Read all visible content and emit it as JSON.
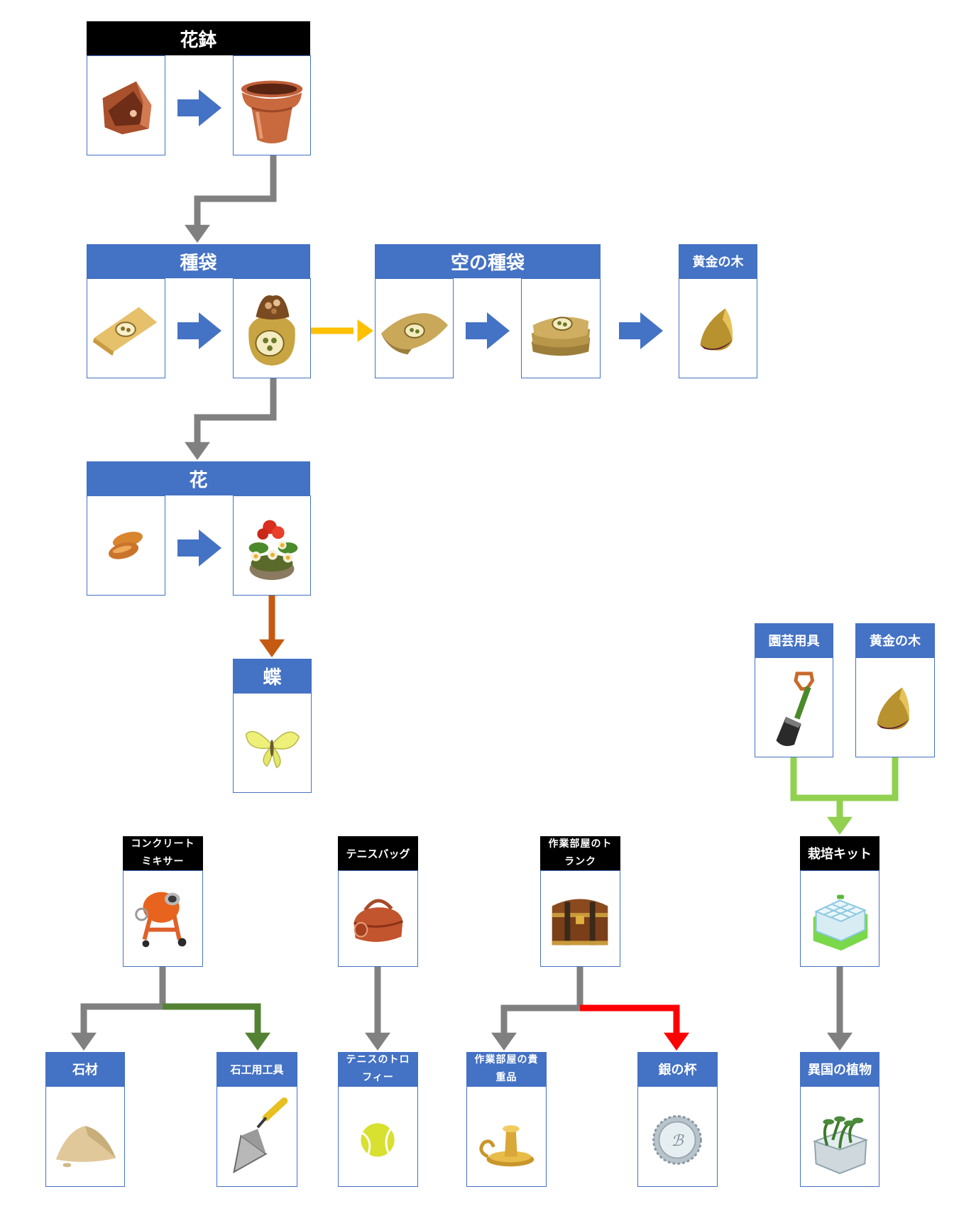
{
  "colors": {
    "header_blue": "#4472c4",
    "header_black": "#000000",
    "arrow_blue": "#4472c4",
    "arrow_gray": "#808080",
    "arrow_yellow": "#ffc000",
    "arrow_orange": "#c55a11",
    "arrow_green_light": "#92d050",
    "arrow_green_dark": "#548235",
    "arrow_red": "#ff0000"
  },
  "headers": {
    "flowerpot": "花鉢",
    "seed_bag": "種袋",
    "empty_seed_bag": "空の種袋",
    "golden_tree_top": "黄金の木",
    "flower": "花",
    "butterfly": "蝶",
    "gardening_tools": "園芸用具",
    "golden_tree_right": "黄金の木",
    "cultivation_kit": "栽培キット",
    "exotic_plant": "異国の植物",
    "concrete_mixer": "コンクリートミキサー",
    "tennis_bag": "テニスバッグ",
    "workshop_trunk": "作業部屋のトランク",
    "stone": "石材",
    "mason_tools": "石工用工具",
    "tennis_trophy": "テニスのトロフィー",
    "workshop_valuables": "作業部屋の貴重品",
    "silver_cup": "銀の杯"
  },
  "icons": {
    "pot_shard": "broken-pot-shard-icon",
    "clay_pot": "clay-flowerpot-icon",
    "seed_packet": "seed-packet-icon",
    "seed_sack": "seed-sack-icon",
    "empty_sack": "empty-sack-icon",
    "stacked_sacks": "stacked-sacks-icon",
    "golden_seed": "golden-seed-icon",
    "bean_seed": "bean-seed-icon",
    "flower_planter": "flower-planter-icon",
    "butterfly": "butterfly-icon",
    "shovel": "shovel-icon",
    "cement_mixer": "cement-mixer-icon",
    "tennis_bag": "tennis-bag-icon",
    "treasure_trunk": "treasure-trunk-icon",
    "seed_tray": "seed-tray-icon",
    "sprout_tray": "sprout-tray-icon",
    "sand_pile": "sand-pile-icon",
    "trowel": "trowel-icon",
    "tennis_ball": "tennis-ball-icon",
    "candlestick": "candlestick-icon",
    "silver_plate": "silver-plate-icon"
  }
}
